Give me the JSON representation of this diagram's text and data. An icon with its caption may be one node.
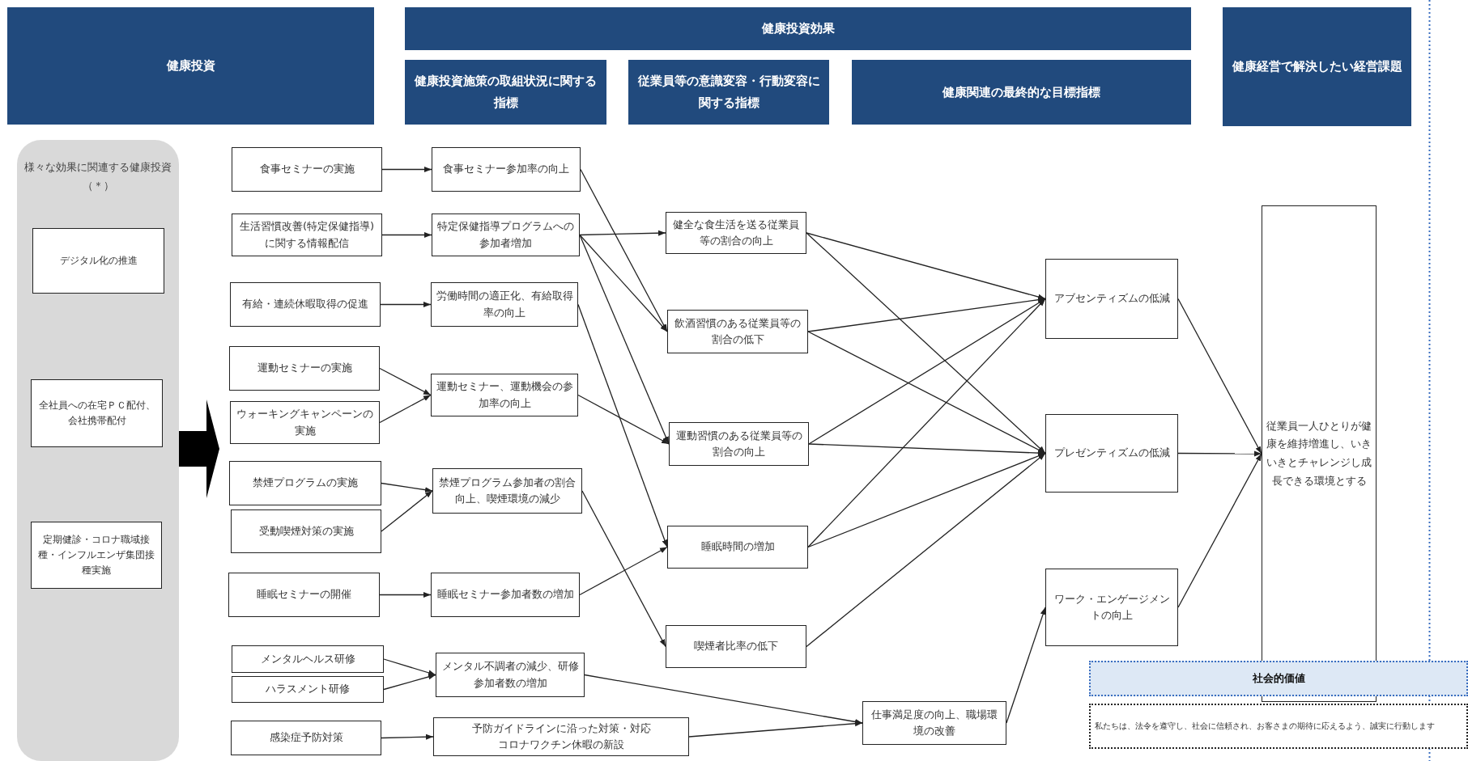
{
  "diagram": {
    "nodes": [
      {
        "text": [
          "健康投資"
        ]
      },
      {
        "text": [
          "健康投資効果"
        ]
      },
      {
        "text": [
          "健康投資施策の取組状況に関する指標"
        ]
      },
      {
        "text": [
          "従業員等の意識変容・行動変容に関する指標"
        ]
      },
      {
        "text": [
          "健康関連の最終的な目標指標"
        ]
      },
      {
        "text": [
          "健康経営で解決したい経営課題"
        ]
      },
      {
        "text": [
          "様々な効果に関連する健康投資（＊）"
        ]
      },
      {
        "text": [
          "デジタル化の推進"
        ],
        "in": 6
      },
      {
        "text": [
          "全社員への在宅ＰＣ配付、会社携帯配付"
        ],
        "in": 6
      },
      {
        "text": [
          "定期健診・コロナ職域接種・インフルエンザ集団接種実施"
        ],
        "in": 6
      },
      {
        "text": [
          "食事セミナーの実施"
        ]
      },
      {
        "text": [
          "生活習慣改善(特定保健指導)に関する情報配信"
        ]
      },
      {
        "text": [
          "有給・連続休暇取得の促進"
        ]
      },
      {
        "text": [
          "運動セミナーの実施"
        ]
      },
      {
        "text": [
          "ウォーキングキャンペーンの実施"
        ]
      },
      {
        "text": [
          "禁煙プログラムの実施"
        ]
      },
      {
        "text": [
          "受動喫煙対策の実施"
        ]
      },
      {
        "text": [
          "睡眠セミナーの開催"
        ]
      },
      {
        "text": [
          "メンタルヘルス研修"
        ]
      },
      {
        "text": [
          "ハラスメント研修"
        ]
      },
      {
        "text": [
          "感染症予防対策"
        ]
      },
      {
        "text": [
          "食事セミナー参加率の向上"
        ]
      },
      {
        "text": [
          "特定保健指導プログラムへの参加者増加"
        ]
      },
      {
        "text": [
          "労働時間の適正化、有給取得率の向上"
        ]
      },
      {
        "text": [
          "運動セミナー、運動機会の参加率の向上"
        ]
      },
      {
        "text": [
          "禁煙プログラム参加者の割合向上、喫煙環境の減少"
        ]
      },
      {
        "text": [
          "睡眠セミナー参加者数の増加"
        ]
      },
      {
        "text": [
          "メンタル不調者の減少、研修参加者数の増加"
        ]
      },
      {
        "text": [
          "予防ガイドラインに沿った対策・対応",
          "コロナワクチン休暇の新設"
        ]
      },
      {
        "text": [
          "健全な食生活を送る従業員等の割合の向上"
        ]
      },
      {
        "text": [
          "飲酒習慣のある従業員等の割合の低下"
        ]
      },
      {
        "text": [
          "運動習慣のある従業員等の割合の向上"
        ]
      },
      {
        "text": [
          "睡眠時間の増加"
        ]
      },
      {
        "text": [
          "喫煙者比率の低下"
        ]
      },
      {
        "text": [
          "仕事満足度の向上、職場環境の改善"
        ]
      },
      {
        "text": [
          "アブセンティズムの低減"
        ]
      },
      {
        "text": [
          "プレゼンティズムの低減"
        ]
      },
      {
        "text": [
          "ワーク・エンゲージメントの向上"
        ]
      },
      {
        "text": [
          "従業員一人ひとりが健康を維持増進し、いきいきとチャレンジし成長できる環境とする"
        ]
      },
      {
        "text": [
          "社会的価値"
        ]
      },
      {
        "text": [
          "私たちは、法令を遵守し、社会に信頼され、お客さまの期待に応えるよう、誠実に行動します"
        ]
      }
    ],
    "edges": [
      {
        "from": 10,
        "to": 21,
        "arrow": "to"
      },
      {
        "from": 11,
        "to": 22,
        "arrow": "to"
      },
      {
        "from": 12,
        "to": 23,
        "arrow": "to"
      },
      {
        "from": 13,
        "to": 24,
        "arrow": "to"
      },
      {
        "from": 14,
        "to": 24,
        "arrow": "to"
      },
      {
        "from": 15,
        "to": 25,
        "arrow": "to"
      },
      {
        "from": 16,
        "to": 25,
        "arrow": "to"
      },
      {
        "from": 17,
        "to": 26,
        "arrow": "to"
      },
      {
        "from": 18,
        "to": 27,
        "arrow": "to"
      },
      {
        "from": 19,
        "to": 27,
        "arrow": "to"
      },
      {
        "from": 20,
        "to": 28,
        "arrow": "to"
      },
      {
        "from": 21,
        "to": 30,
        "arrow": "to"
      },
      {
        "from": 22,
        "to": 29,
        "arrow": "to"
      },
      {
        "from": 22,
        "to": 30,
        "arrow": "to"
      },
      {
        "from": 22,
        "to": 31,
        "arrow": "to"
      },
      {
        "from": 23,
        "to": 32,
        "arrow": "to"
      },
      {
        "from": 24,
        "to": 31,
        "arrow": "to"
      },
      {
        "from": 25,
        "to": 33,
        "arrow": "to"
      },
      {
        "from": 26,
        "to": 32,
        "arrow": "to"
      },
      {
        "from": 27,
        "to": 34,
        "arrow": "to"
      },
      {
        "from": 28,
        "to": 34,
        "arrow": "to"
      },
      {
        "from": 29,
        "to": 35,
        "arrow": "to"
      },
      {
        "from": 29,
        "to": 36,
        "arrow": "to"
      },
      {
        "from": 30,
        "to": 35,
        "arrow": "to"
      },
      {
        "from": 30,
        "to": 36,
        "arrow": "to"
      },
      {
        "from": 31,
        "to": 35,
        "arrow": "to"
      },
      {
        "from": 31,
        "to": 36,
        "arrow": "to"
      },
      {
        "from": 32,
        "to": 35,
        "arrow": "to"
      },
      {
        "from": 32,
        "to": 36,
        "arrow": "to"
      },
      {
        "from": 33,
        "to": 36,
        "arrow": "to"
      },
      {
        "from": 34,
        "to": 37,
        "arrow": "to"
      },
      {
        "from": 35,
        "to": 38,
        "arrow": "to"
      },
      {
        "from": 36,
        "to": 38,
        "arrow": "to"
      },
      {
        "from": 37,
        "to": 38,
        "arrow": "to"
      },
      {
        "from": 6,
        "to": null,
        "arrow": "to",
        "style": "thick"
      }
    ]
  }
}
